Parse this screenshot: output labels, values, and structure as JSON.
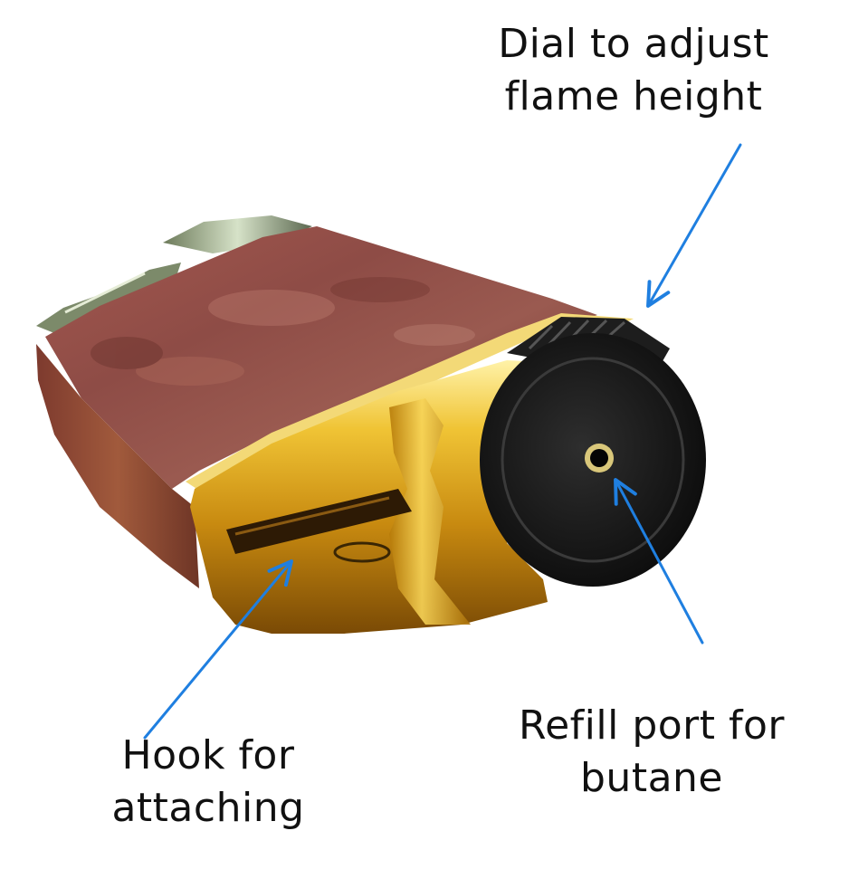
{
  "callouts": {
    "dial": {
      "line1": "Dial to adjust",
      "line2": "flame height"
    },
    "refill": {
      "line1": "Refill port for",
      "line2": "butane"
    },
    "hook": {
      "line1": "Hook for",
      "line2": "attaching"
    }
  },
  "colors": {
    "arrow": "#1f7fe0",
    "gold": "#d9a21b",
    "wood": "#8a4a3f",
    "dial": "#1a1a1a",
    "text": "#111111"
  }
}
